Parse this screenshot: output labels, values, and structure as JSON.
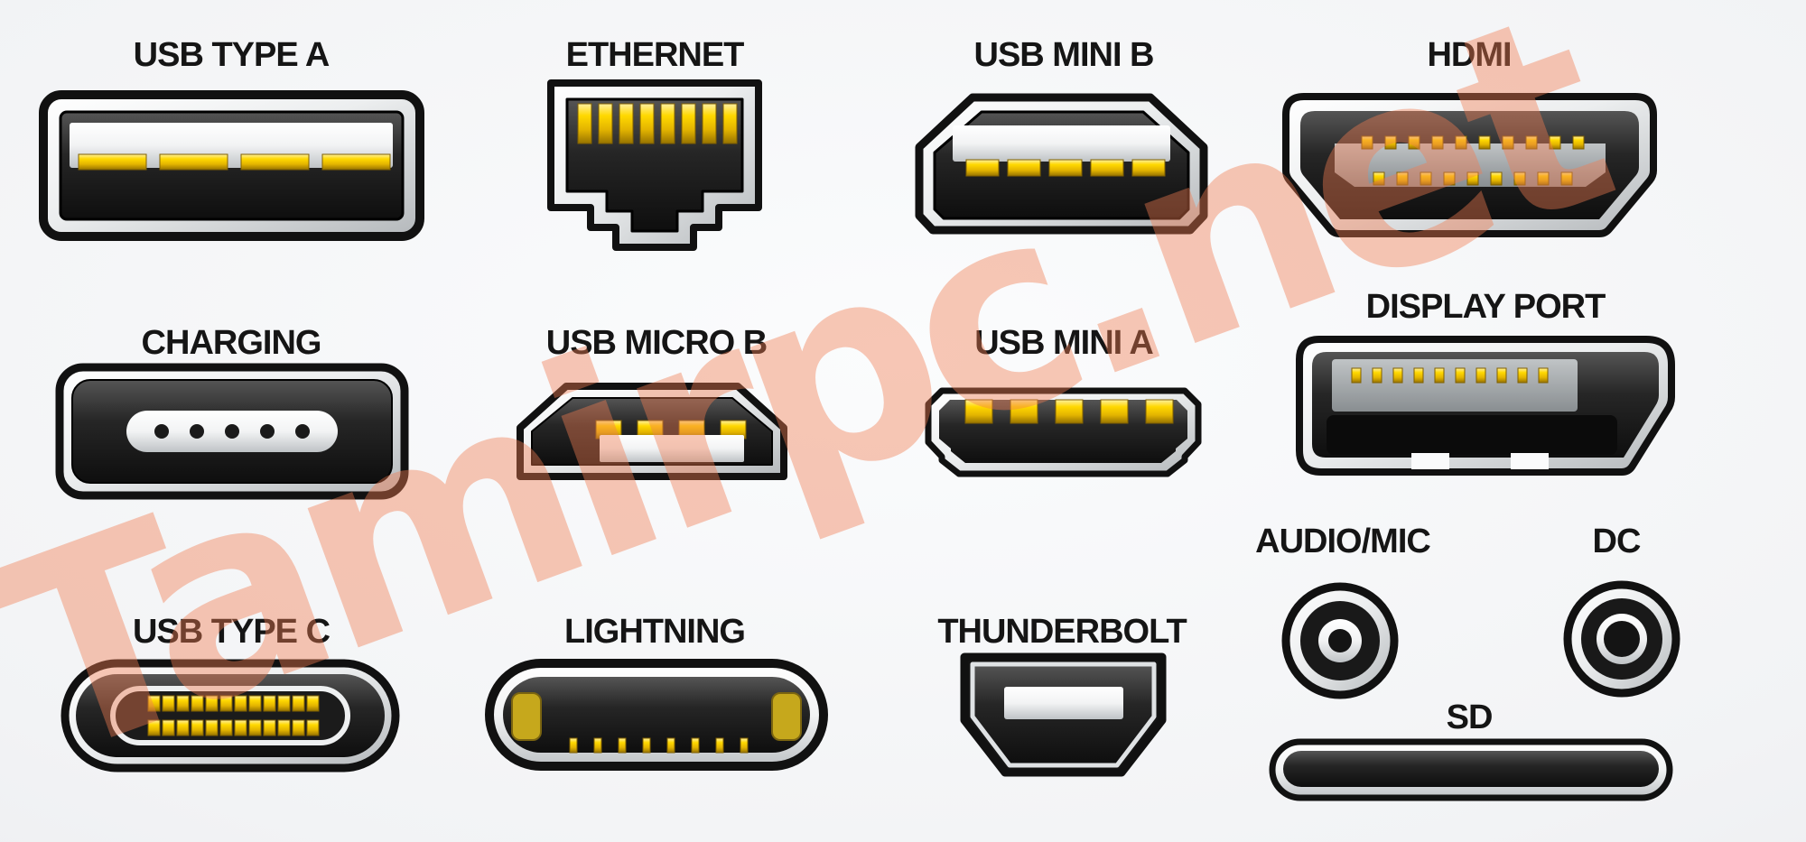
{
  "watermark": {
    "text": "Tamirpc.net",
    "color": "#f07d50"
  },
  "connectors": {
    "usb_type_a": {
      "label": "USB TYPE A"
    },
    "ethernet": {
      "label": "ETHERNET"
    },
    "usb_mini_b": {
      "label": "USB MINI B"
    },
    "hdmi": {
      "label": "HDMI"
    },
    "charging": {
      "label": "CHARGING"
    },
    "usb_micro_b": {
      "label": "USB MICRO B"
    },
    "usb_mini_a": {
      "label": "USB MINI A"
    },
    "display_port": {
      "label": "DISPLAY PORT"
    },
    "usb_type_c": {
      "label": "USB TYPE C"
    },
    "lightning": {
      "label": "LIGHTNING"
    },
    "thunderbolt": {
      "label": "THUNDERBOLT"
    },
    "audio_mic": {
      "label": "AUDIO/MIC"
    },
    "dc": {
      "label": "DC"
    },
    "sd": {
      "label": "SD"
    }
  },
  "colors": {
    "gold": "#ffd800",
    "outline": "#111111",
    "watermark": "#f07d50"
  }
}
